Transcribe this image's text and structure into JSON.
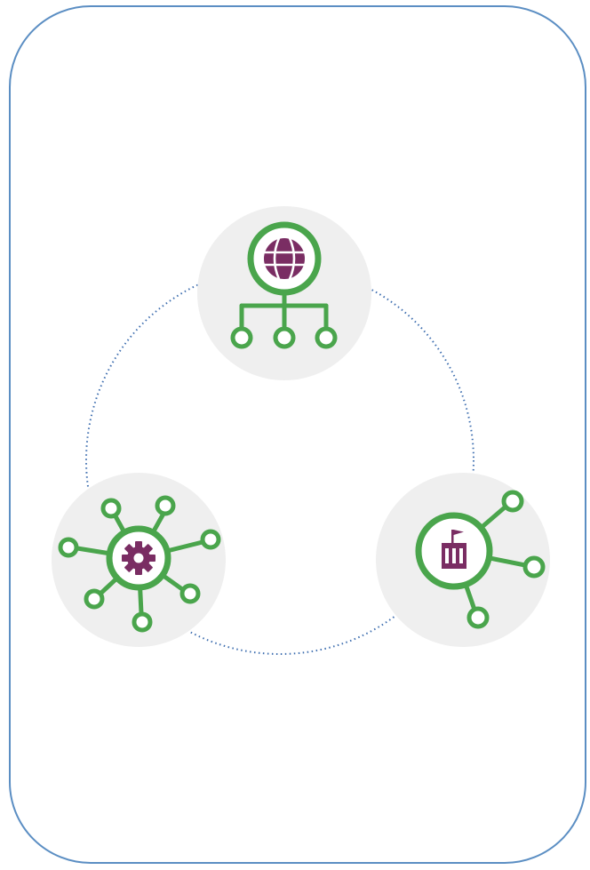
{
  "colors": {
    "frame_border": "#5b8ec3",
    "connector_dots": "#3f6fb0",
    "node_background": "#efefef",
    "icon_green": "#4aa54c",
    "icon_purple": "#7a2d63"
  },
  "nodes": [
    {
      "id": "top",
      "icon": "globe-hierarchy-icon"
    },
    {
      "id": "left",
      "icon": "gear-network-icon"
    },
    {
      "id": "right",
      "icon": "building-network-icon"
    }
  ]
}
